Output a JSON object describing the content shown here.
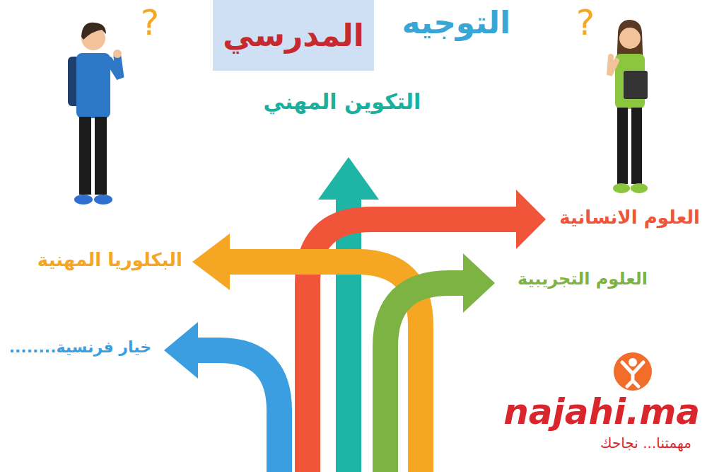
{
  "diagram": {
    "nodes": [
      {
        "text": [
          "المدرسي"
        ]
      }
    ],
    "labels": [
      "التوجيه",
      "التكوين المهني",
      "العلوم الانسانية",
      "البكلوريا المهنية",
      "العلوم التجريبية",
      "خيار فرنسية........",
      "?",
      "?",
      "najahi.ma",
      "مهمتنا... نجاحك"
    ]
  }
}
